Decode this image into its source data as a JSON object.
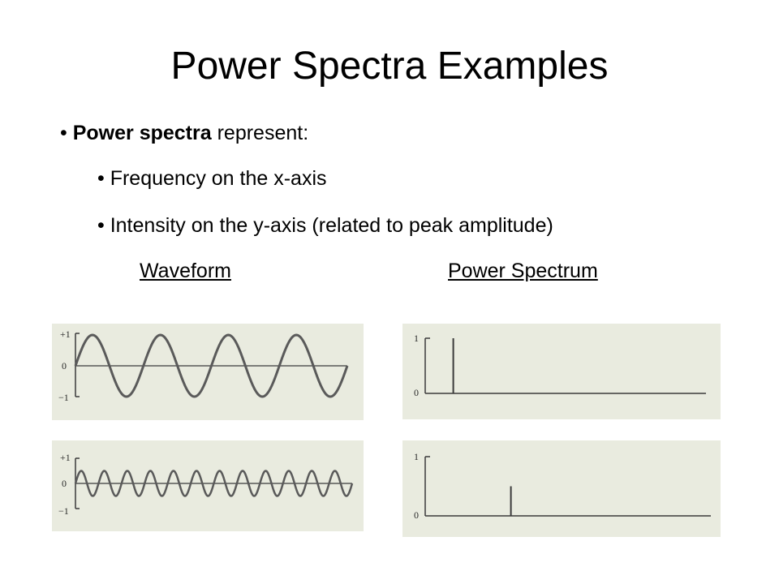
{
  "slide": {
    "title": "Power Spectra Examples",
    "bullet1": {
      "marker": "•",
      "bold": "Power spectra",
      "rest": " represent:"
    },
    "bullet2": "• Frequency on the x-axis",
    "bullet3": "• Intensity on the y-axis (related to peak amplitude)",
    "heading_waveform": "Waveform",
    "heading_spectrum": "Power Spectrum"
  },
  "waveforms": [
    {
      "y_labels": [
        "+1",
        "0",
        "−1"
      ],
      "cycles": 4,
      "amplitude": 1
    },
    {
      "y_labels": [
        "+1",
        "0",
        "−1"
      ],
      "cycles": 12,
      "amplitude": 0.5
    }
  ],
  "spectra": [
    {
      "y_labels": [
        "1",
        "0"
      ],
      "peak_frequency": 0.1,
      "peak_intensity": 1
    },
    {
      "y_labels": [
        "1",
        "0"
      ],
      "peak_frequency": 0.3,
      "peak_intensity": 0.5
    }
  ],
  "colors": {
    "panel_bg": "#e9ebdf",
    "ink": "#3a3a3a"
  }
}
